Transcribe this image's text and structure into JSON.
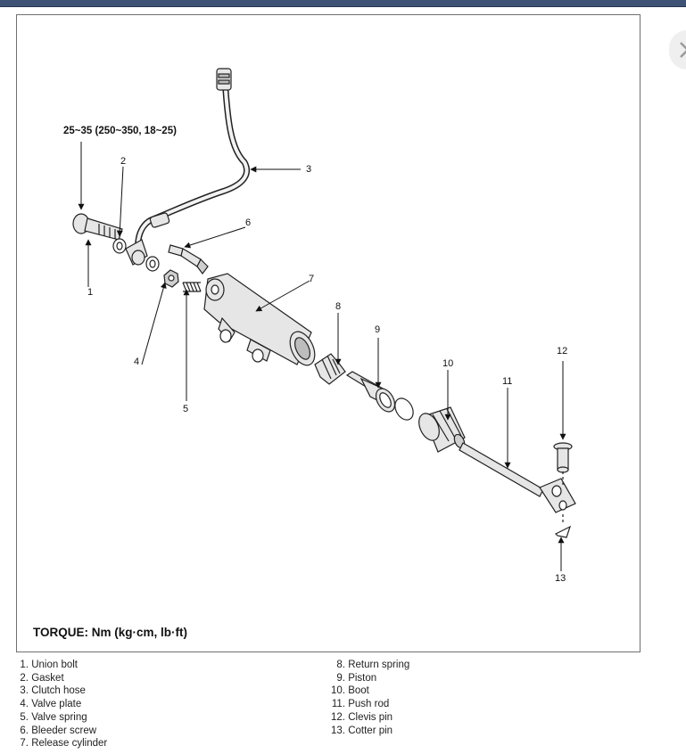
{
  "diagram": {
    "torque_spec": "25~35 (250~350, 18~25)",
    "torque_units_label": "TORQUE: Nm (kg·cm, lb·ft)",
    "callouts": [
      "1",
      "2",
      "3",
      "4",
      "5",
      "6",
      "7",
      "8",
      "9",
      "10",
      "11",
      "12",
      "13"
    ]
  },
  "legend": {
    "left": [
      {
        "num": "1.",
        "name": "Union bolt"
      },
      {
        "num": "2.",
        "name": "Gasket"
      },
      {
        "num": "3.",
        "name": "Clutch hose"
      },
      {
        "num": "4.",
        "name": "Valve plate"
      },
      {
        "num": "5.",
        "name": "Valve spring"
      },
      {
        "num": "6.",
        "name": "Bleeder screw"
      },
      {
        "num": "7.",
        "name": "Release cylinder"
      }
    ],
    "right": [
      {
        "num": "8.",
        "name": "Return spring"
      },
      {
        "num": "9.",
        "name": "Piston"
      },
      {
        "num": "10.",
        "name": "Boot"
      },
      {
        "num": "11.",
        "name": "Push rod"
      },
      {
        "num": "12.",
        "name": "Clevis pin"
      },
      {
        "num": "13.",
        "name": "Cotter pin"
      }
    ]
  },
  "colors": {
    "topbar": "#3d5275",
    "frame_border": "#6f6f6f",
    "part_fill": "#e6e6e6"
  }
}
